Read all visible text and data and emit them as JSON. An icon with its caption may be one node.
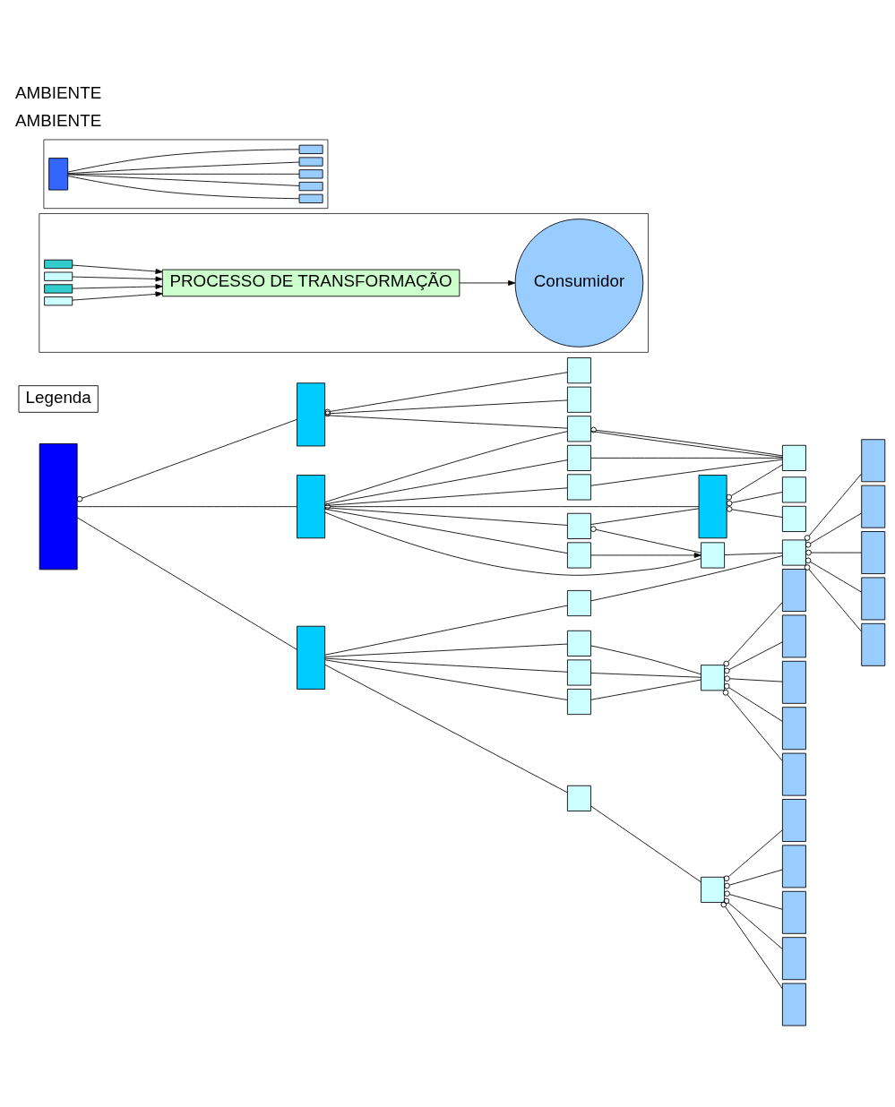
{
  "diagram": {
    "nodes": [
      {
        "text": [],
        "shape": "box"
      },
      {
        "text": [],
        "shape": "box"
      },
      {
        "text": [],
        "shape": "box"
      },
      {
        "text": [],
        "shape": "box"
      },
      {
        "text": [],
        "shape": "box"
      },
      {
        "text": [],
        "shape": "box"
      },
      {
        "text": [],
        "shape": "box"
      },
      {
        "text": [],
        "shape": "box"
      },
      {
        "text": [],
        "shape": "box"
      },
      {
        "text": [],
        "shape": "box"
      },
      {
        "text": [],
        "shape": "box"
      },
      {
        "text": [],
        "shape": "box"
      },
      {
        "text": [],
        "shape": "box"
      },
      {
        "text": [],
        "shape": "box"
      },
      {
        "text": [],
        "shape": "box"
      },
      {
        "text": [],
        "shape": "box"
      },
      {
        "text": [],
        "shape": "box"
      },
      {
        "text": [],
        "shape": "box"
      },
      {
        "text": [],
        "shape": "box"
      },
      {
        "text": [],
        "shape": "box"
      },
      {
        "text": [],
        "shape": "box"
      },
      {
        "text": [],
        "shape": "box"
      },
      {
        "text": [],
        "shape": "box"
      },
      {
        "text": [],
        "shape": "box"
      },
      {
        "text": [],
        "shape": "box"
      },
      {
        "text": [],
        "shape": "box"
      },
      {
        "text": [],
        "shape": "box"
      },
      {
        "text": [],
        "shape": "box"
      },
      {
        "text": [],
        "shape": "box"
      },
      {
        "text": [],
        "shape": "box"
      },
      {
        "text": [],
        "shape": "box"
      },
      {
        "text": [],
        "shape": "box"
      },
      {
        "text": [],
        "shape": "box"
      },
      {
        "text": [],
        "shape": "box"
      },
      {
        "text": [],
        "shape": "box"
      },
      {
        "text": [],
        "shape": "box"
      },
      {
        "text": [],
        "shape": "box"
      },
      {
        "text": [],
        "shape": "box"
      },
      {
        "text": [],
        "shape": "box"
      },
      {
        "text": [
          "Legenda"
        ]
      },
      {
        "text": [],
        "shape": "box"
      },
      {
        "text": [],
        "shape": "box",
        "in": 40
      },
      {
        "text": [],
        "shape": "box",
        "in": 40
      },
      {
        "text": [],
        "shape": "box",
        "in": 40
      },
      {
        "text": [],
        "shape": "box",
        "in": 40
      },
      {
        "text": [
          "PROCESSO DE TRANSFORMAÇÃO"
        ],
        "in": 40
      },
      {
        "text": [
          "Consumidor"
        ],
        "in": 40
      },
      {
        "text": [],
        "shape": "box"
      },
      {
        "text": [],
        "shape": "box",
        "in": 47
      },
      {
        "text": [],
        "shape": "box",
        "in": 47
      },
      {
        "text": [],
        "shape": "box",
        "in": 47
      },
      {
        "text": [],
        "shape": "box",
        "in": 47
      },
      {
        "text": [],
        "shape": "box",
        "in": 47
      },
      {
        "text": [],
        "shape": "box",
        "in": 47
      }
    ],
    "edges": [
      {
        "from": 0,
        "to": 1,
        "arrow": "other"
      },
      {
        "from": 0,
        "to": 4,
        "arrow": "none"
      },
      {
        "from": 0,
        "to": 15,
        "arrow": "none"
      },
      {
        "from": 1,
        "to": 2,
        "arrow": "other"
      },
      {
        "from": 1,
        "to": 3,
        "arrow": "other"
      },
      {
        "from": 1,
        "to": 5,
        "arrow": "none"
      },
      {
        "from": 4,
        "to": 5,
        "arrow": "none"
      },
      {
        "from": 4,
        "to": 6,
        "arrow": "none"
      },
      {
        "from": 4,
        "to": 7,
        "arrow": "none"
      },
      {
        "from": 4,
        "to": 8,
        "arrow": "none"
      },
      {
        "from": 4,
        "to": 9,
        "arrow": "none"
      },
      {
        "from": 4,
        "to": 10,
        "arrow": "none"
      },
      {
        "from": 4,
        "to": 11,
        "arrow": "other"
      },
      {
        "from": 9,
        "to": 10,
        "arrow": "to"
      },
      {
        "from": 8,
        "to": 11,
        "arrow": "none"
      },
      {
        "from": 8,
        "to": 10,
        "arrow": "other"
      },
      {
        "from": 11,
        "to": 12,
        "arrow": "other"
      },
      {
        "from": 11,
        "to": 13,
        "arrow": "other"
      },
      {
        "from": 11,
        "to": 14,
        "arrow": "other"
      },
      {
        "from": 5,
        "to": 14,
        "arrow": "none"
      },
      {
        "from": 6,
        "to": 14,
        "arrow": "none"
      },
      {
        "from": 7,
        "to": 14,
        "arrow": "none"
      },
      {
        "from": 5,
        "to": 14,
        "arrow": "other"
      },
      {
        "from": 15,
        "to": 16,
        "arrow": "none"
      },
      {
        "from": 15,
        "to": 17,
        "arrow": "none"
      },
      {
        "from": 15,
        "to": 18,
        "arrow": "none"
      },
      {
        "from": 15,
        "to": 19,
        "arrow": "none"
      },
      {
        "from": 15,
        "to": 20,
        "arrow": "none"
      },
      {
        "from": 16,
        "to": 21,
        "arrow": "none"
      },
      {
        "from": 17,
        "to": 22,
        "arrow": "none"
      },
      {
        "from": 18,
        "to": 22,
        "arrow": "none"
      },
      {
        "from": 19,
        "to": 22,
        "arrow": "none"
      },
      {
        "from": 20,
        "to": 23,
        "arrow": "none"
      },
      {
        "from": 10,
        "to": 21,
        "arrow": "none"
      },
      {
        "from": 21,
        "to": 24,
        "arrow": "other"
      },
      {
        "from": 21,
        "to": 25,
        "arrow": "other"
      },
      {
        "from": 21,
        "to": 26,
        "arrow": "other"
      },
      {
        "from": 21,
        "to": 27,
        "arrow": "other"
      },
      {
        "from": 21,
        "to": 28,
        "arrow": "other"
      },
      {
        "from": 22,
        "to": 29,
        "arrow": "other"
      },
      {
        "from": 22,
        "to": 30,
        "arrow": "other"
      },
      {
        "from": 22,
        "to": 31,
        "arrow": "other"
      },
      {
        "from": 22,
        "to": 32,
        "arrow": "other"
      },
      {
        "from": 22,
        "to": 33,
        "arrow": "other"
      },
      {
        "from": 23,
        "to": 34,
        "arrow": "other"
      },
      {
        "from": 23,
        "to": 35,
        "arrow": "other"
      },
      {
        "from": 23,
        "to": 36,
        "arrow": "other"
      },
      {
        "from": 23,
        "to": 37,
        "arrow": "other"
      },
      {
        "from": 23,
        "to": 38,
        "arrow": "other"
      },
      {
        "from": 41,
        "to": 45,
        "arrow": "to"
      },
      {
        "from": 42,
        "to": 45,
        "arrow": "to"
      },
      {
        "from": 43,
        "to": 45,
        "arrow": "to"
      },
      {
        "from": 44,
        "to": 45,
        "arrow": "to"
      },
      {
        "from": 45,
        "to": 46,
        "arrow": "to"
      },
      {
        "from": 48,
        "to": 49,
        "arrow": "none"
      },
      {
        "from": 48,
        "to": 50,
        "arrow": "none"
      },
      {
        "from": 48,
        "to": 51,
        "arrow": "none"
      },
      {
        "from": 48,
        "to": 52,
        "arrow": "none"
      },
      {
        "from": 48,
        "to": 53,
        "arrow": "none"
      }
    ],
    "labels": [
      "AMBIENTE",
      "AMBIENTE"
    ]
  }
}
